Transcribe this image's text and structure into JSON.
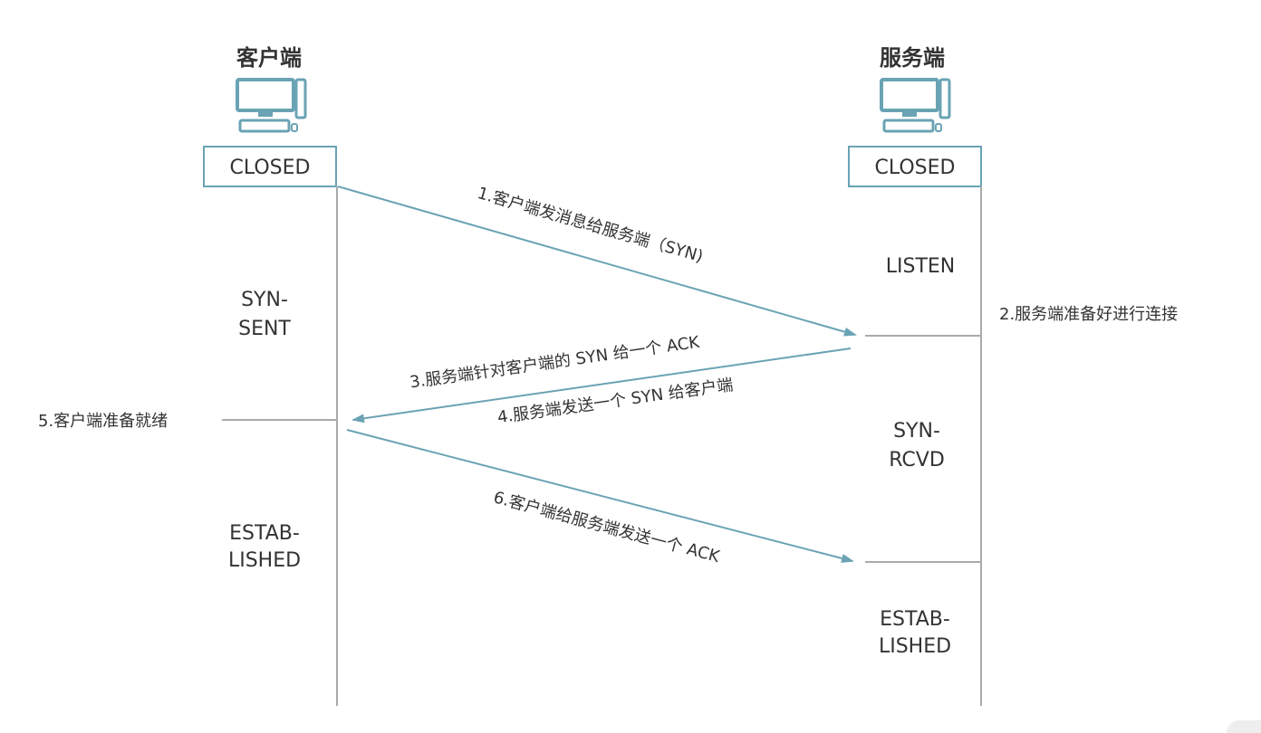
{
  "client": {
    "title": "客户端",
    "icon": "computer-icon",
    "initial_state": "CLOSED",
    "states": [
      {
        "line1": "SYN-",
        "line2": "SENT"
      },
      {
        "line1": "ESTAB-",
        "line2": "LISHED"
      }
    ],
    "note": "5.客户端准备就绪"
  },
  "server": {
    "title": "服务端",
    "icon": "computer-icon",
    "initial_state": "CLOSED",
    "states": [
      {
        "line1": "LISTEN"
      },
      {
        "line1": "SYN-",
        "line2": "RCVD"
      },
      {
        "line1": "ESTAB-",
        "line2": "LISHED"
      }
    ],
    "note": "2.服务端准备好进行连接"
  },
  "messages": [
    {
      "label": "1.客户端发消息给服务端（SYN)"
    },
    {
      "label": "3.服务端针对客户端的 SYN 给一个 ACK"
    },
    {
      "label": "4.服务端发送一个 SYN 给客户端"
    },
    {
      "label": "6.客户端给服务端发送一个 ACK"
    }
  ],
  "colors": {
    "accent": "#6aa3b4",
    "lifeline": "#aaaaaa",
    "text": "#333333"
  }
}
